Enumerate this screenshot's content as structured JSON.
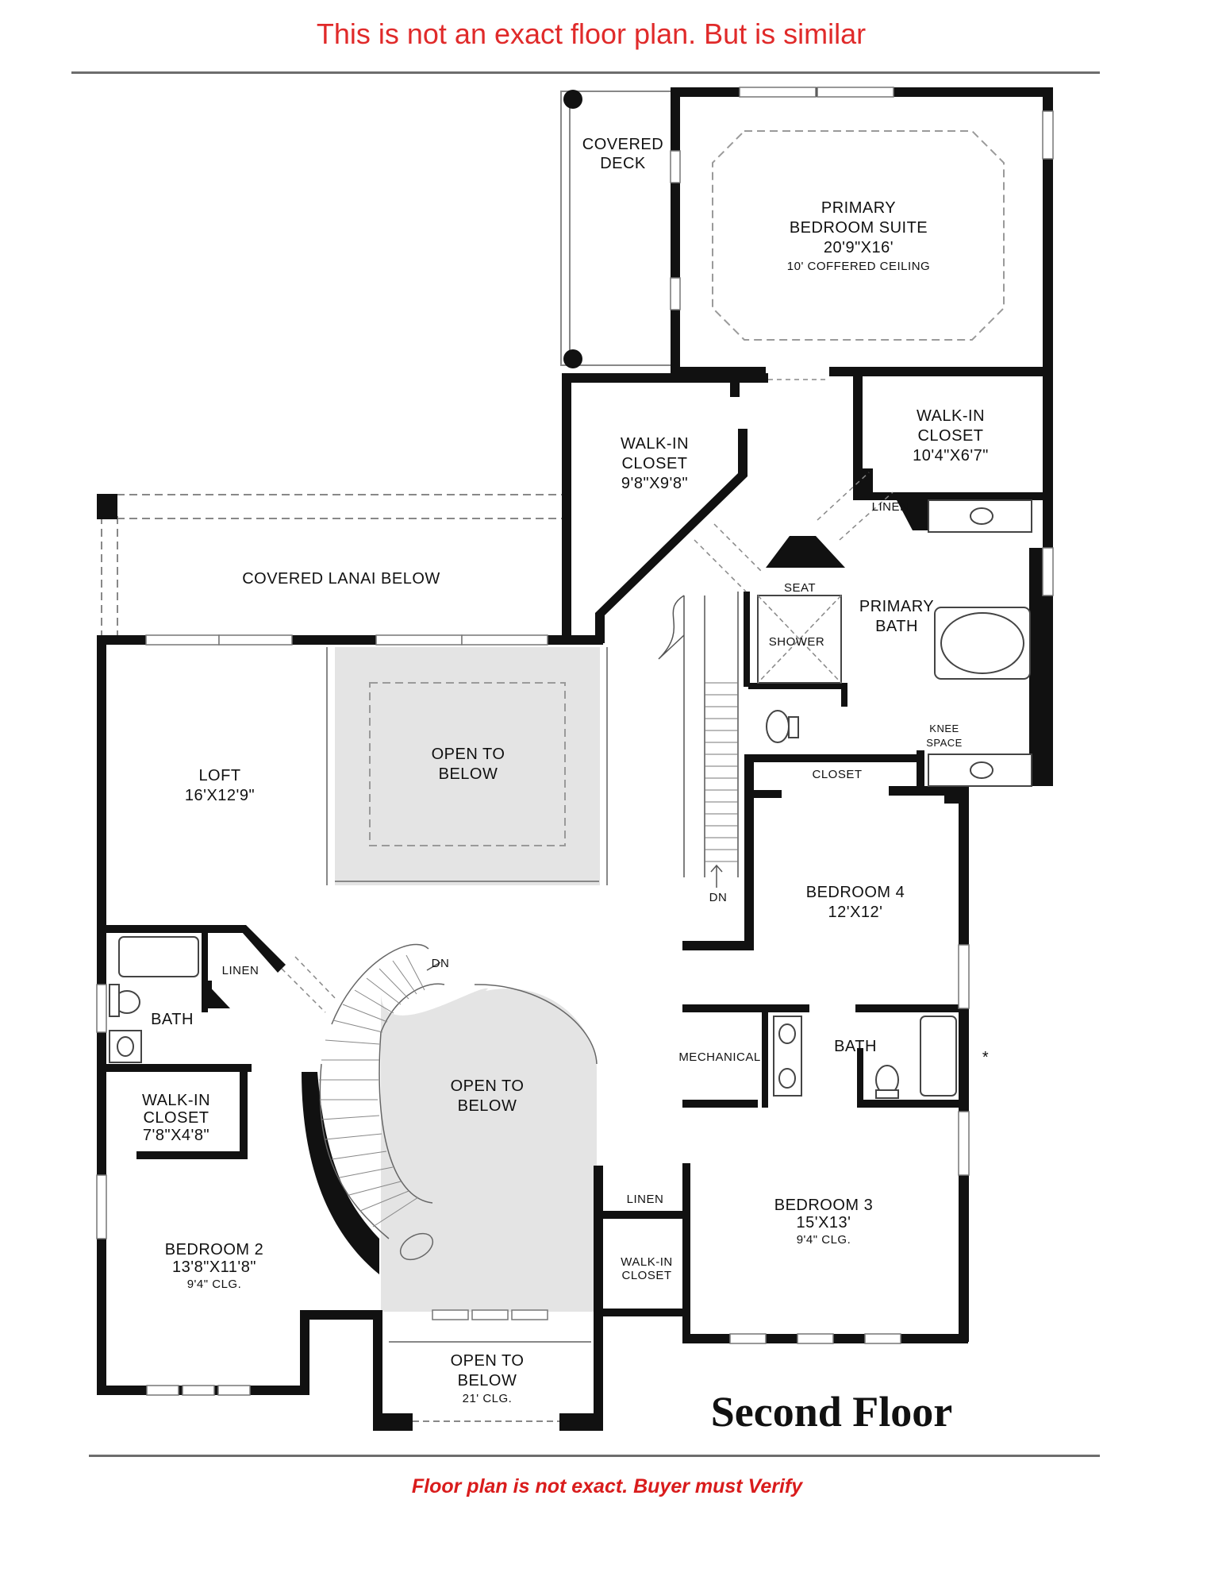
{
  "header_note": "This is not an exact floor plan. But is similar",
  "footer_note": "Floor plan is not exact. Buyer must Verify",
  "plan_title": "Second Floor",
  "rooms": {
    "covered_deck": {
      "line1": "COVERED",
      "line2": "DECK"
    },
    "primary_bedroom": {
      "line1": "PRIMARY",
      "line2": "BEDROOM SUITE",
      "size": "20'9\"X16'",
      "note": "10' COFFERED CEILING"
    },
    "walkin_closet_a": {
      "line1": "WALK-IN",
      "line2": "CLOSET",
      "size": "9'8\"X9'8\""
    },
    "walkin_closet_b": {
      "line1": "WALK-IN",
      "line2": "CLOSET",
      "size": "10'4\"X6'7\""
    },
    "linen_primary": "LINEN",
    "covered_lanai": "COVERED LANAI BELOW",
    "seat": "SEAT",
    "shower": "SHOWER",
    "primary_bath": {
      "line1": "PRIMARY",
      "line2": "BATH"
    },
    "knee_space": {
      "line1": "KNEE",
      "line2": "SPACE"
    },
    "closet": "CLOSET",
    "open_below_1": {
      "line1": "OPEN TO",
      "line2": "BELOW"
    },
    "loft": {
      "line1": "LOFT",
      "size": "16'X12'9\""
    },
    "bedroom_4": {
      "line1": "BEDROOM 4",
      "size": "12'X12'"
    },
    "dn_1": "DN",
    "dn_2": "DN",
    "linen_left": "LINEN",
    "bath_left": "BATH",
    "mechanical": "MECHANICAL",
    "bath_right": "BATH",
    "asterisk": "*",
    "open_below_2": {
      "line1": "OPEN TO",
      "line2": "BELOW"
    },
    "walkin_closet_c": {
      "line1": "WALK-IN",
      "line2": "CLOSET",
      "size": "7'8\"X4'8\""
    },
    "linen_center": "LINEN",
    "bedroom_3": {
      "line1": "BEDROOM 3",
      "size": "15'X13'",
      "note": "9'4\" CLG."
    },
    "walkin_closet_d": {
      "line1": "WALK-IN",
      "line2": "CLOSET"
    },
    "bedroom_2": {
      "line1": "BEDROOM 2",
      "size": "13'8\"X11'8\"",
      "note": "9'4\" CLG."
    },
    "open_below_3": {
      "line1": "OPEN TO",
      "line2": "BELOW",
      "note": "21' CLG."
    }
  }
}
